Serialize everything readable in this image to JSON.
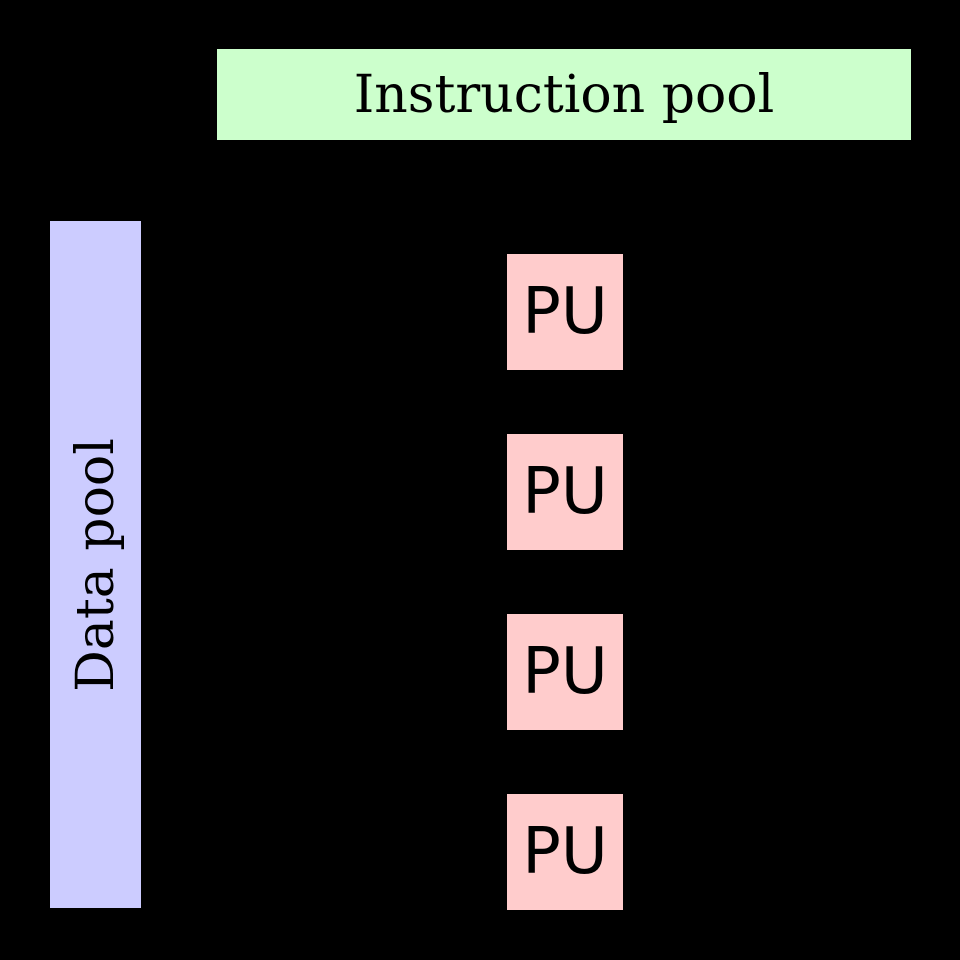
{
  "diagram": {
    "background_color": "#000000",
    "text_color": "#000000",
    "instruction_pool": {
      "label": "Instruction pool",
      "fill": "#ccffcc"
    },
    "data_pool": {
      "label": "Data pool",
      "fill": "#ccccff",
      "text_rotation_deg": -90
    },
    "processing_units": [
      {
        "label": "PU",
        "fill": "#ffcccc"
      },
      {
        "label": "PU",
        "fill": "#ffcccc"
      },
      {
        "label": "PU",
        "fill": "#ffcccc"
      },
      {
        "label": "PU",
        "fill": "#ffcccc"
      }
    ]
  }
}
